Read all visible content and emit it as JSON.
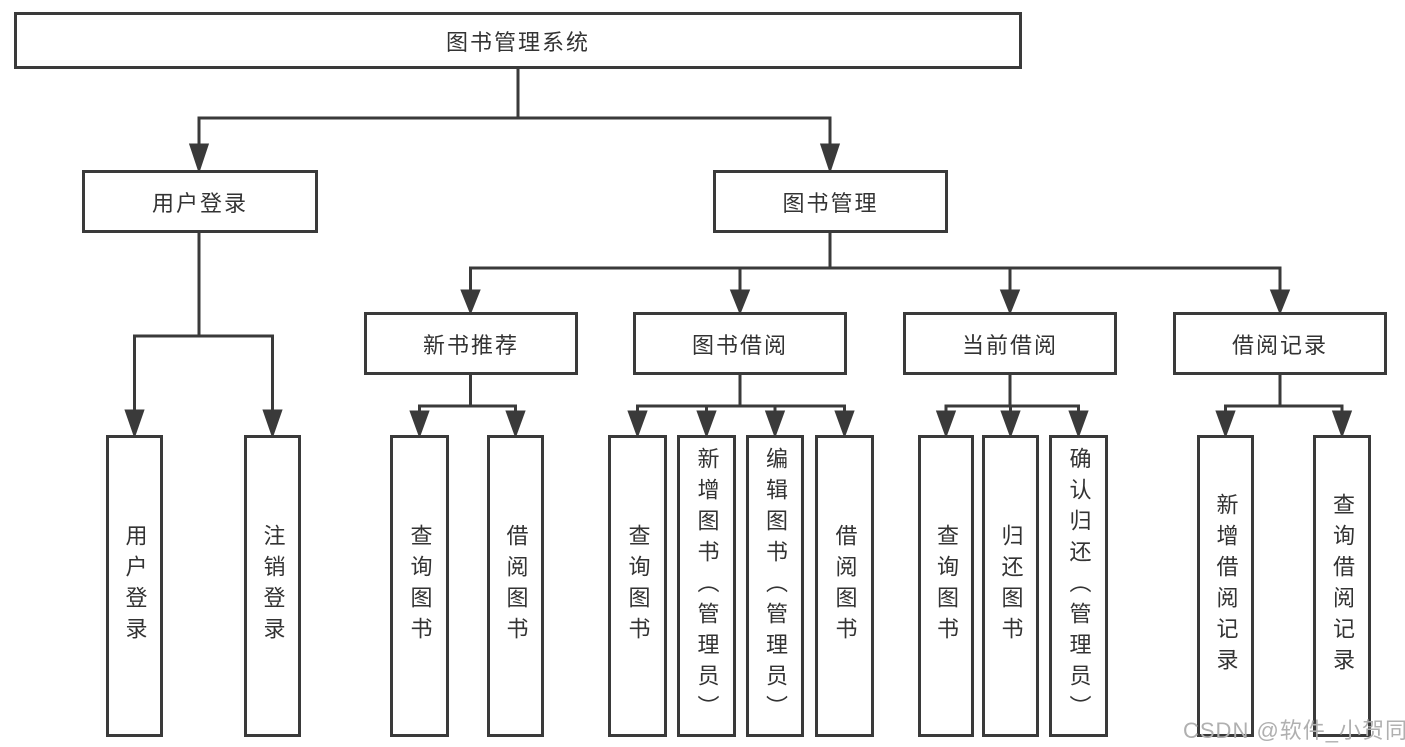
{
  "diagram": {
    "root": {
      "label": "图书管理系统"
    },
    "level2": [
      {
        "label": "用户登录"
      },
      {
        "label": "图书管理"
      }
    ],
    "level3": [
      {
        "label": "新书推荐"
      },
      {
        "label": "图书借阅"
      },
      {
        "label": "当前借阅"
      },
      {
        "label": "借阅记录"
      }
    ],
    "leaves": {
      "login": [
        "用户登录",
        "注销登录"
      ],
      "recommend": [
        "查询图书",
        "借阅图书"
      ],
      "borrow": [
        "查询图书",
        "新增图书（管理员）",
        "编辑图书（管理员）",
        "借阅图书"
      ],
      "current": [
        "查询图书",
        "归还图书",
        "确认归还（管理员）"
      ],
      "records": [
        "新增借阅记录",
        "查询借阅记录"
      ]
    },
    "watermark": "CSDN @软件_小贺同学",
    "colors": {
      "line": "#3a3a3a",
      "box_border": "#3a3a3a",
      "text": "#333333",
      "background": "#ffffff",
      "watermark": "#b0b0b0"
    }
  }
}
